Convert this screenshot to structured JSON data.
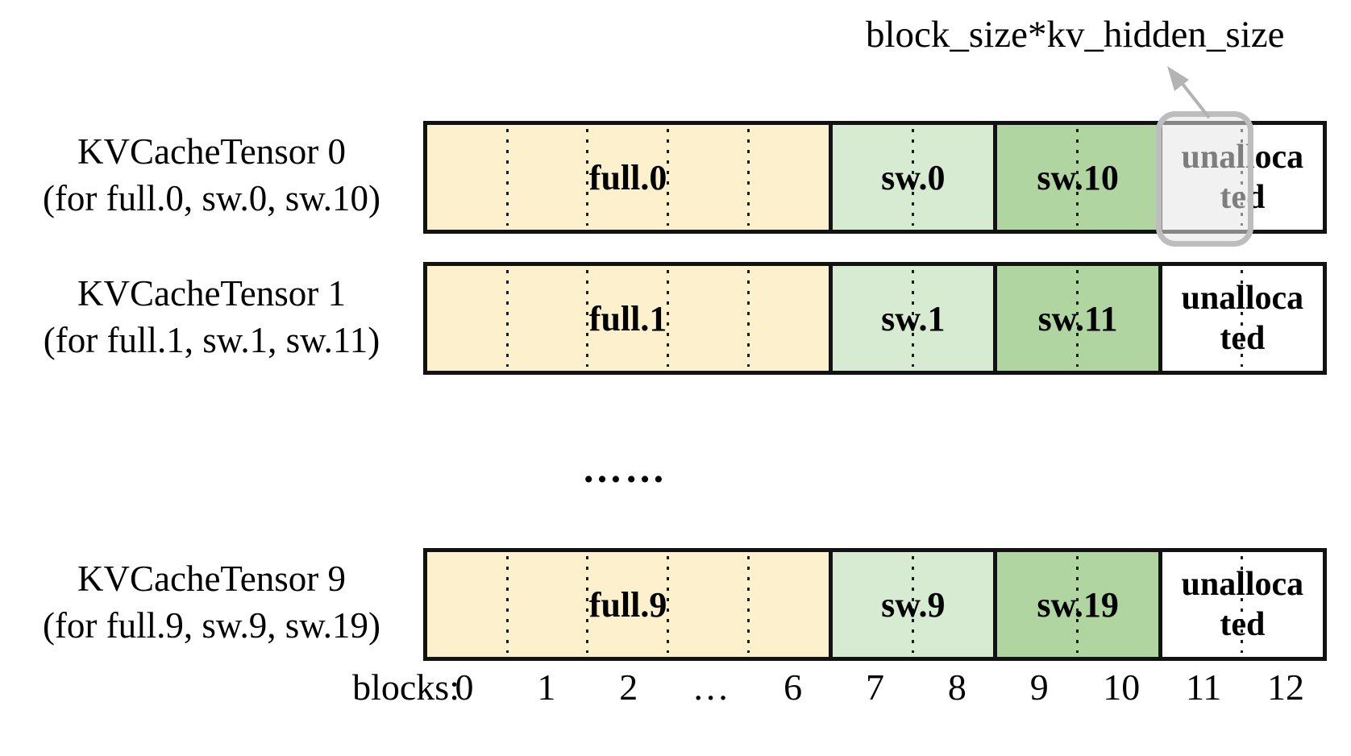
{
  "annotation": {
    "label": "block_size*kv_hidden_size"
  },
  "rows": [
    {
      "title": "KVCacheTensor 0",
      "subtitle": "(for full.0, sw.0, sw.10)",
      "segments": {
        "full": "full.0",
        "sw_low": "sw.0",
        "sw_high": "sw.10",
        "unallocated": "unallocated"
      }
    },
    {
      "title": "KVCacheTensor 1",
      "subtitle": "(for full.1, sw.1, sw.11)",
      "segments": {
        "full": "full.1",
        "sw_low": "sw.1",
        "sw_high": "sw.11",
        "unallocated": "unallocated"
      }
    },
    {
      "title": "KVCacheTensor 9",
      "subtitle": "(for full.9, sw.9, sw.19)",
      "segments": {
        "full": "full.9",
        "sw_low": "sw.9",
        "sw_high": "sw.19",
        "unallocated": "unallocated"
      }
    }
  ],
  "ellipsis": "……",
  "axis": {
    "label": "blocks:",
    "ticks": [
      "0",
      "1",
      "2",
      "…",
      "6",
      "7",
      "8",
      "9",
      "10",
      "11",
      "12"
    ]
  },
  "colors": {
    "full": "#FDF0CC",
    "sw_low": "#D7EBD3",
    "sw_high": "#B1D5A1",
    "unallocated": "#FFFFFF",
    "highlight_border": "#BDBDBD",
    "arrow": "#B3B3B3"
  }
}
